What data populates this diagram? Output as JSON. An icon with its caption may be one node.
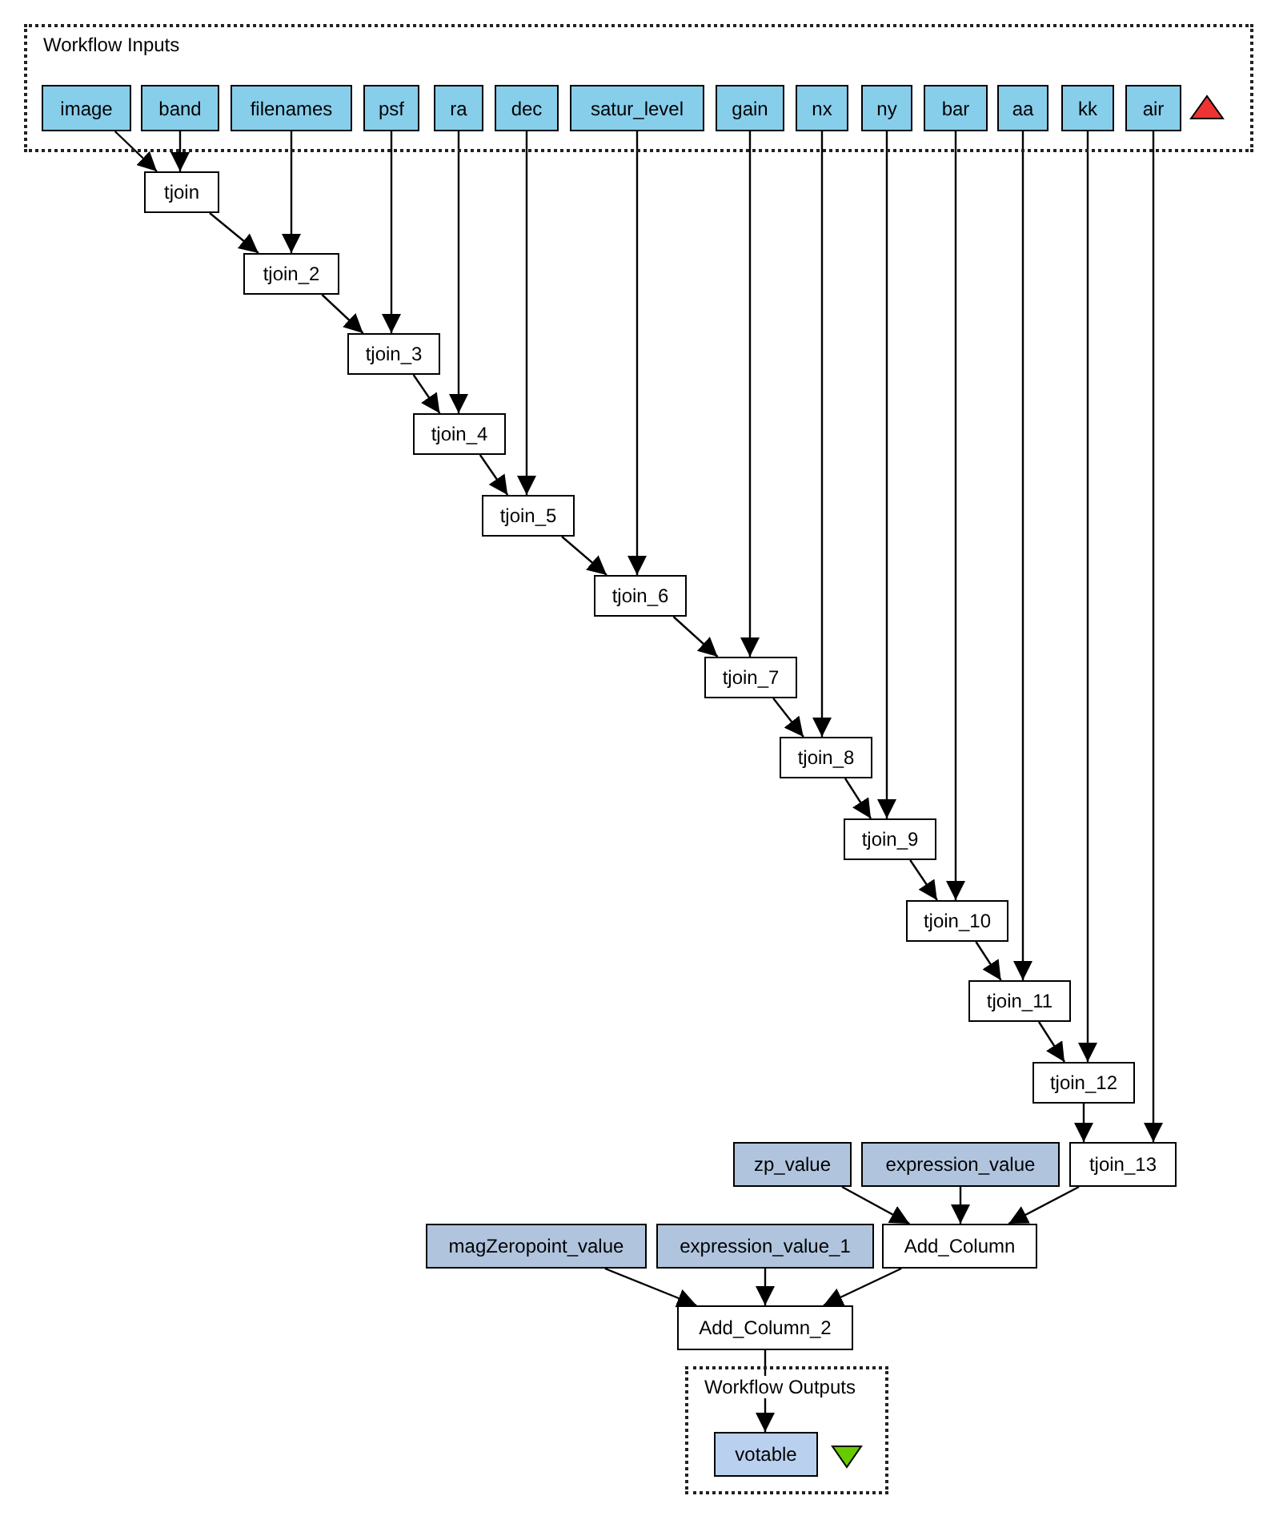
{
  "diagram": {
    "nodes": [
      {
        "text": [
          "Workflow Inputs"
        ]
      },
      {
        "text": [
          "image"
        ],
        "in": 0
      },
      {
        "text": [
          "band"
        ],
        "in": 0
      },
      {
        "text": [
          "filenames"
        ],
        "in": 0
      },
      {
        "text": [
          "psf"
        ],
        "in": 0
      },
      {
        "text": [
          "ra"
        ],
        "in": 0
      },
      {
        "text": [
          "dec"
        ],
        "in": 0
      },
      {
        "text": [
          "satur_level"
        ],
        "in": 0
      },
      {
        "text": [
          "gain"
        ],
        "in": 0
      },
      {
        "text": [
          "nx"
        ],
        "in": 0
      },
      {
        "text": [
          "ny"
        ],
        "in": 0
      },
      {
        "text": [
          "bar"
        ],
        "in": 0
      },
      {
        "text": [
          "aa"
        ],
        "in": 0
      },
      {
        "text": [
          "kk"
        ],
        "in": 0
      },
      {
        "text": [
          "air"
        ],
        "in": 0
      },
      {
        "text": [
          "tjoin"
        ]
      },
      {
        "text": [
          "tjoin_2"
        ]
      },
      {
        "text": [
          "tjoin_3"
        ]
      },
      {
        "text": [
          "tjoin_4"
        ]
      },
      {
        "text": [
          "tjoin_5"
        ]
      },
      {
        "text": [
          "tjoin_6"
        ]
      },
      {
        "text": [
          "tjoin_7"
        ]
      },
      {
        "text": [
          "tjoin_8"
        ]
      },
      {
        "text": [
          "tjoin_9"
        ]
      },
      {
        "text": [
          "tjoin_10"
        ]
      },
      {
        "text": [
          "tjoin_11"
        ]
      },
      {
        "text": [
          "tjoin_12"
        ]
      },
      {
        "text": [
          "zp_value"
        ]
      },
      {
        "text": [
          "expression_value"
        ]
      },
      {
        "text": [
          "tjoin_13"
        ]
      },
      {
        "text": [
          "magZeropoint_value"
        ]
      },
      {
        "text": [
          "expression_value_1"
        ]
      },
      {
        "text": [
          "Add_Column"
        ]
      },
      {
        "text": [
          "Add_Column_2"
        ]
      },
      {
        "text": [
          "Workflow Outputs"
        ]
      },
      {
        "text": [
          "votable"
        ],
        "in": 34
      }
    ],
    "edges": [
      {
        "from": 1,
        "to": 15,
        "arrow": "to"
      },
      {
        "from": 2,
        "to": 15,
        "arrow": "to"
      },
      {
        "from": 15,
        "to": 16,
        "arrow": "to"
      },
      {
        "from": 3,
        "to": 16,
        "arrow": "to"
      },
      {
        "from": 16,
        "to": 17,
        "arrow": "to"
      },
      {
        "from": 4,
        "to": 17,
        "arrow": "to"
      },
      {
        "from": 17,
        "to": 18,
        "arrow": "to"
      },
      {
        "from": 5,
        "to": 18,
        "arrow": "to"
      },
      {
        "from": 18,
        "to": 19,
        "arrow": "to"
      },
      {
        "from": 6,
        "to": 19,
        "arrow": "to"
      },
      {
        "from": 19,
        "to": 20,
        "arrow": "to"
      },
      {
        "from": 7,
        "to": 20,
        "arrow": "to"
      },
      {
        "from": 20,
        "to": 21,
        "arrow": "to"
      },
      {
        "from": 8,
        "to": 21,
        "arrow": "to"
      },
      {
        "from": 21,
        "to": 22,
        "arrow": "to"
      },
      {
        "from": 9,
        "to": 22,
        "arrow": "to"
      },
      {
        "from": 22,
        "to": 23,
        "arrow": "to"
      },
      {
        "from": 10,
        "to": 23,
        "arrow": "to"
      },
      {
        "from": 23,
        "to": 24,
        "arrow": "to"
      },
      {
        "from": 11,
        "to": 24,
        "arrow": "to"
      },
      {
        "from": 24,
        "to": 25,
        "arrow": "to"
      },
      {
        "from": 12,
        "to": 25,
        "arrow": "to"
      },
      {
        "from": 25,
        "to": 26,
        "arrow": "to"
      },
      {
        "from": 13,
        "to": 26,
        "arrow": "to"
      },
      {
        "from": 26,
        "to": 29,
        "arrow": "to"
      },
      {
        "from": 14,
        "to": 29,
        "arrow": "to"
      },
      {
        "from": 27,
        "to": 32,
        "arrow": "to"
      },
      {
        "from": 28,
        "to": 32,
        "arrow": "to"
      },
      {
        "from": 29,
        "to": 32,
        "arrow": "to"
      },
      {
        "from": 30,
        "to": 33,
        "arrow": "to"
      },
      {
        "from": 31,
        "to": 33,
        "arrow": "to"
      },
      {
        "from": 32,
        "to": 33,
        "arrow": "to"
      },
      {
        "from": 33,
        "to": 35,
        "arrow": "to"
      }
    ]
  }
}
